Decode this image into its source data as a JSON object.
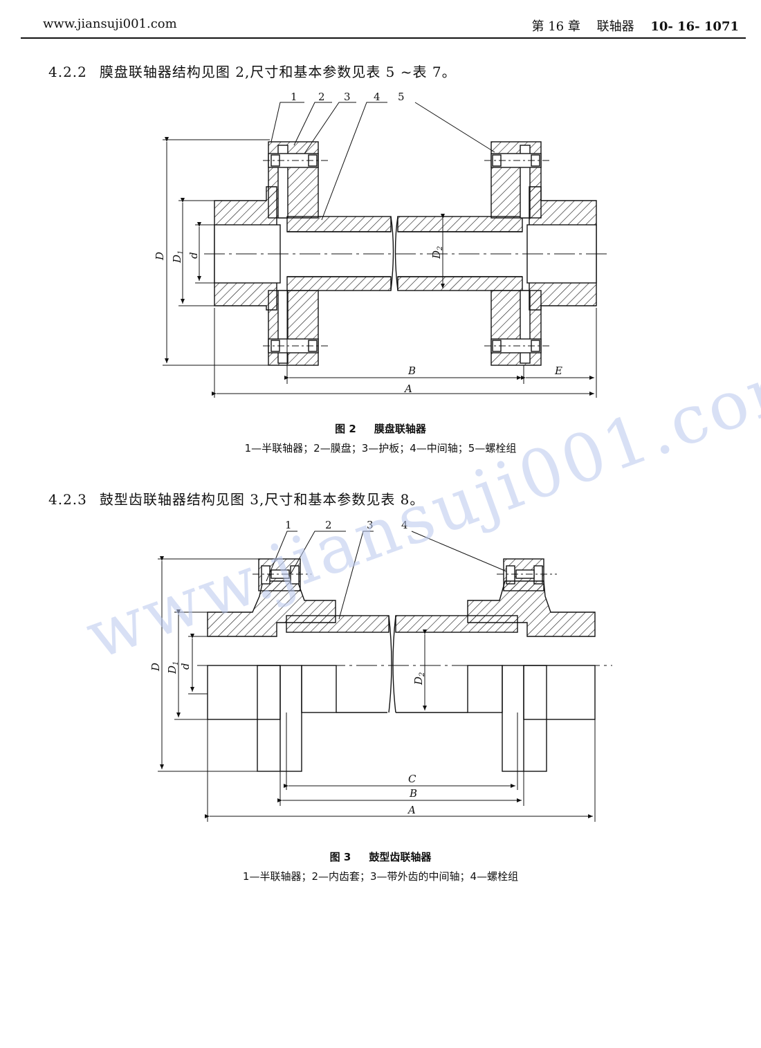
{
  "header": {
    "site": "www.jiansuji001.com",
    "chapter": "第 16 章",
    "chapter_title": "联轴器",
    "page_number": "10- 16- 1071"
  },
  "section_422": {
    "number": "4.2.2",
    "text": "膜盘联轴器结构见图 2,尺寸和基本参数见表 5 ~表 7。"
  },
  "figure2": {
    "labels": [
      "1",
      "2",
      "3",
      "4",
      "5"
    ],
    "dims": {
      "D": "D",
      "D1": "D",
      "D1_sub": "1",
      "d": "d",
      "D2": "D",
      "D2_sub": "2",
      "A": "A",
      "B": "B",
      "E": "E"
    },
    "title_num": "图 2",
    "title": "膜盘联轴器",
    "caption": "1—半联轴器；2—膜盘；3—护板；4—中间轴；5—螺栓组"
  },
  "section_423": {
    "number": "4.2.3",
    "text": "鼓型齿联轴器结构见图 3,尺寸和基本参数见表 8。"
  },
  "figure3": {
    "labels": [
      "1",
      "2",
      "3",
      "4"
    ],
    "dims": {
      "D": "D",
      "D1": "D",
      "D1_sub": "1",
      "d": "d",
      "D2": "D",
      "D2_sub": "2",
      "A": "A",
      "B": "B",
      "C": "C"
    },
    "title_num": "图 3",
    "title": "鼓型齿联轴器",
    "caption": "1—半联轴器；2—内齿套；3—带外齿的中间轴；4—螺栓组"
  },
  "watermark": "www.jiansuji001.com"
}
